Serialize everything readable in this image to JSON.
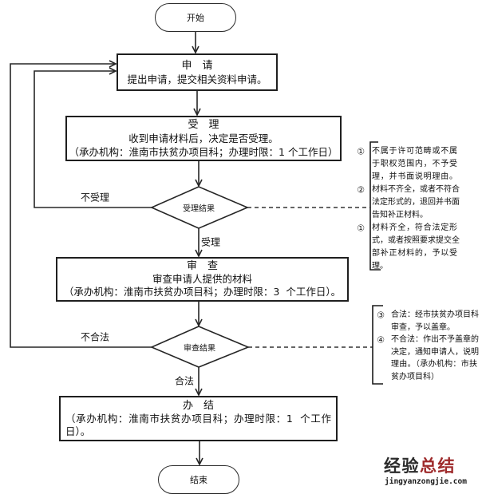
{
  "flowchart": {
    "start": {
      "label": "开始"
    },
    "end": {
      "label": "结束"
    },
    "steps": [
      {
        "title": "申　请",
        "lines": [
          "提出申请，提交相关资料申请。"
        ]
      },
      {
        "title": "受　理",
        "lines": [
          "收到申请材料后，决定是否受理。",
          "（承办机构：淮南市扶贫办项目科；办理时限：1 个工作日）"
        ]
      },
      {
        "title": "审　查",
        "lines": [
          "审查申请人提供的材料",
          "（承办机构：淮南市扶贫办项目科；办理时限：3  个工作日）。"
        ]
      },
      {
        "title": "办　结",
        "lines": [
          "（承办机构：淮南市扶贫办项目科；办理时限：1  个工作",
          "日）。"
        ]
      }
    ],
    "decisions": [
      {
        "label": "受理结果",
        "yes_label": "受理",
        "no_label": "不受理"
      },
      {
        "label": "审查结果",
        "yes_label": "合法",
        "no_label": "不合法"
      }
    ],
    "annotations": [
      {
        "items": [
          {
            "marker": "①",
            "lines": [
              "不属于许可范畴或不属",
              "于职权范围内，不予受",
              "理，并书面说明理由。"
            ]
          },
          {
            "marker": "②",
            "lines": [
              "材料不齐全，或者不符合",
              "法定形式的，退回并书面",
              "告知补正材料。"
            ]
          },
          {
            "marker": "①",
            "lines": [
              "材料齐全，符合法定形",
              "式，或者按照要求提交全",
              "部补正材料的，予以受",
              "理。"
            ]
          }
        ]
      },
      {
        "items": [
          {
            "marker": "③",
            "lines": [
              "合法：经市扶贫办项目科",
              "审查，予以盖章。"
            ]
          },
          {
            "marker": "④",
            "lines": [
              "不合法：作出不予盖章的",
              "决定，通知申请人，说明",
              "理由。（承办机构：市扶",
              "贫办项目科）"
            ]
          }
        ]
      }
    ]
  },
  "watermark": {
    "brand_dark": "经验",
    "brand_accent": "总结",
    "site": "jingyanzongjie.com",
    "dark_color": "#2b2b2b",
    "accent_color": "#9e2a2b"
  }
}
